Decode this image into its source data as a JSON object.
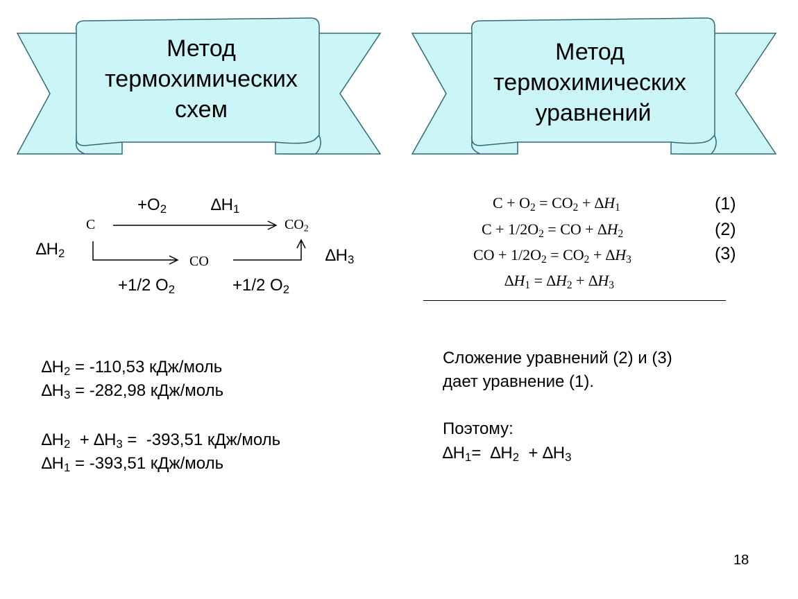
{
  "banners": {
    "left": {
      "line1": "Метод",
      "line2": "термохимических",
      "line3": "схем"
    },
    "right": {
      "line1": "Метод",
      "line2": "термохимических",
      "line3": "уравнений"
    }
  },
  "scheme": {
    "c": "C",
    "co2": "CO",
    "co2_sub": "2",
    "co": "CO",
    "top_o2": "+O",
    "top_o2_sub": "2",
    "dh1_sym": "∆H",
    "dh1_sub": "1",
    "dh2_sym": "∆H",
    "dh2_sub": "2",
    "dh3_sym": "∆H",
    "dh3_sub": "3",
    "bottom_left": "+1/2 O",
    "bottom_left_sub": "2",
    "bottom_right": "+1/2 O",
    "bottom_right_sub": "2"
  },
  "equations": {
    "e1_a": "C + O",
    "e1_sub1": "2",
    "e1_b": " = CO",
    "e1_sub2": "2",
    "e1_c": " + ∆",
    "e1_h": "H",
    "e1_sub3": "1",
    "e1_num": "(1)",
    "e2_a": "C + 1/2O",
    "e2_sub1": "2",
    "e2_b": " = CO + ∆",
    "e2_h": "H",
    "e2_sub2": "2",
    "e2_num": "(2)",
    "e3_a": "CO + 1/2O",
    "e3_sub1": "2",
    "e3_b": " = CO",
    "e3_sub2": "2",
    "e3_c": " + ∆",
    "e3_h": "H",
    "e3_sub3": "3",
    "e3_num": "(3)",
    "e4_a": "∆",
    "e4_h1": "H",
    "e4_s1": "1",
    "e4_eq": " = ∆",
    "e4_h2": "H",
    "e4_s2": "2",
    "e4_plus": " + ∆",
    "e4_h3": "H",
    "e4_s3": "3"
  },
  "left_values": {
    "l1_sym": "∆H",
    "l1_sub": "2",
    "l1_rest": " = -110,53 кДж/моль",
    "l2_sym": "∆H",
    "l2_sub": "3",
    "l2_rest": " = -282,98 кДж/моль",
    "l3_a": "∆H",
    "l3_asub": "2",
    "l3_b": "  + ∆H",
    "l3_bsub": "3",
    "l3_rest": " =  -393,51 кДж/моль",
    "l4_sym": "∆H",
    "l4_sub": "1",
    "l4_rest": " = -393,51 кДж/моль"
  },
  "right_text": {
    "r1": "Сложение уравнений (2) и (3)",
    "r2": "дает уравнение (1).",
    "r3": "Поэтому:",
    "r4_a": "∆H",
    "r4_asub": "1",
    "r4_b": "=  ∆H",
    "r4_bsub": "2",
    "r4_c": "  + ∆H",
    "r4_csub": "3"
  },
  "page_number": "18",
  "colors": {
    "banner_fill": "#ccf5f7",
    "banner_stroke": "#2f6a78"
  }
}
